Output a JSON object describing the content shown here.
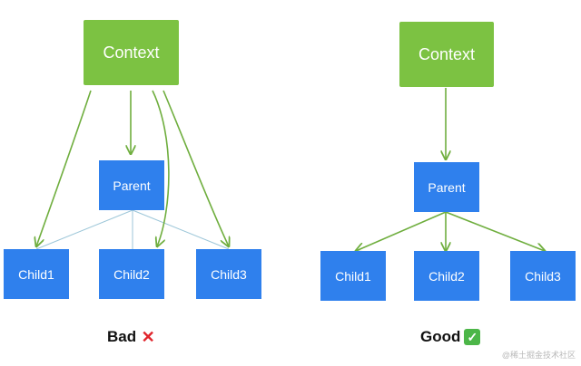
{
  "bad": {
    "context": "Context",
    "parent": "Parent",
    "children": [
      "Child1",
      "Child2",
      "Child3"
    ],
    "label": "Bad"
  },
  "good": {
    "context": "Context",
    "parent": "Parent",
    "children": [
      "Child1",
      "Child2",
      "Child3"
    ],
    "label": "Good"
  },
  "icons": {
    "bad": "cross-mark-icon",
    "good": "check-mark-icon"
  },
  "colors": {
    "context": "#7cc242",
    "node": "#2f80ed",
    "arrow": "#6fae3e",
    "thin_line": "#9cc6d8",
    "cross": "#e0242b",
    "check": "#4cb648"
  },
  "watermark": "@稀土掘金技术社区"
}
